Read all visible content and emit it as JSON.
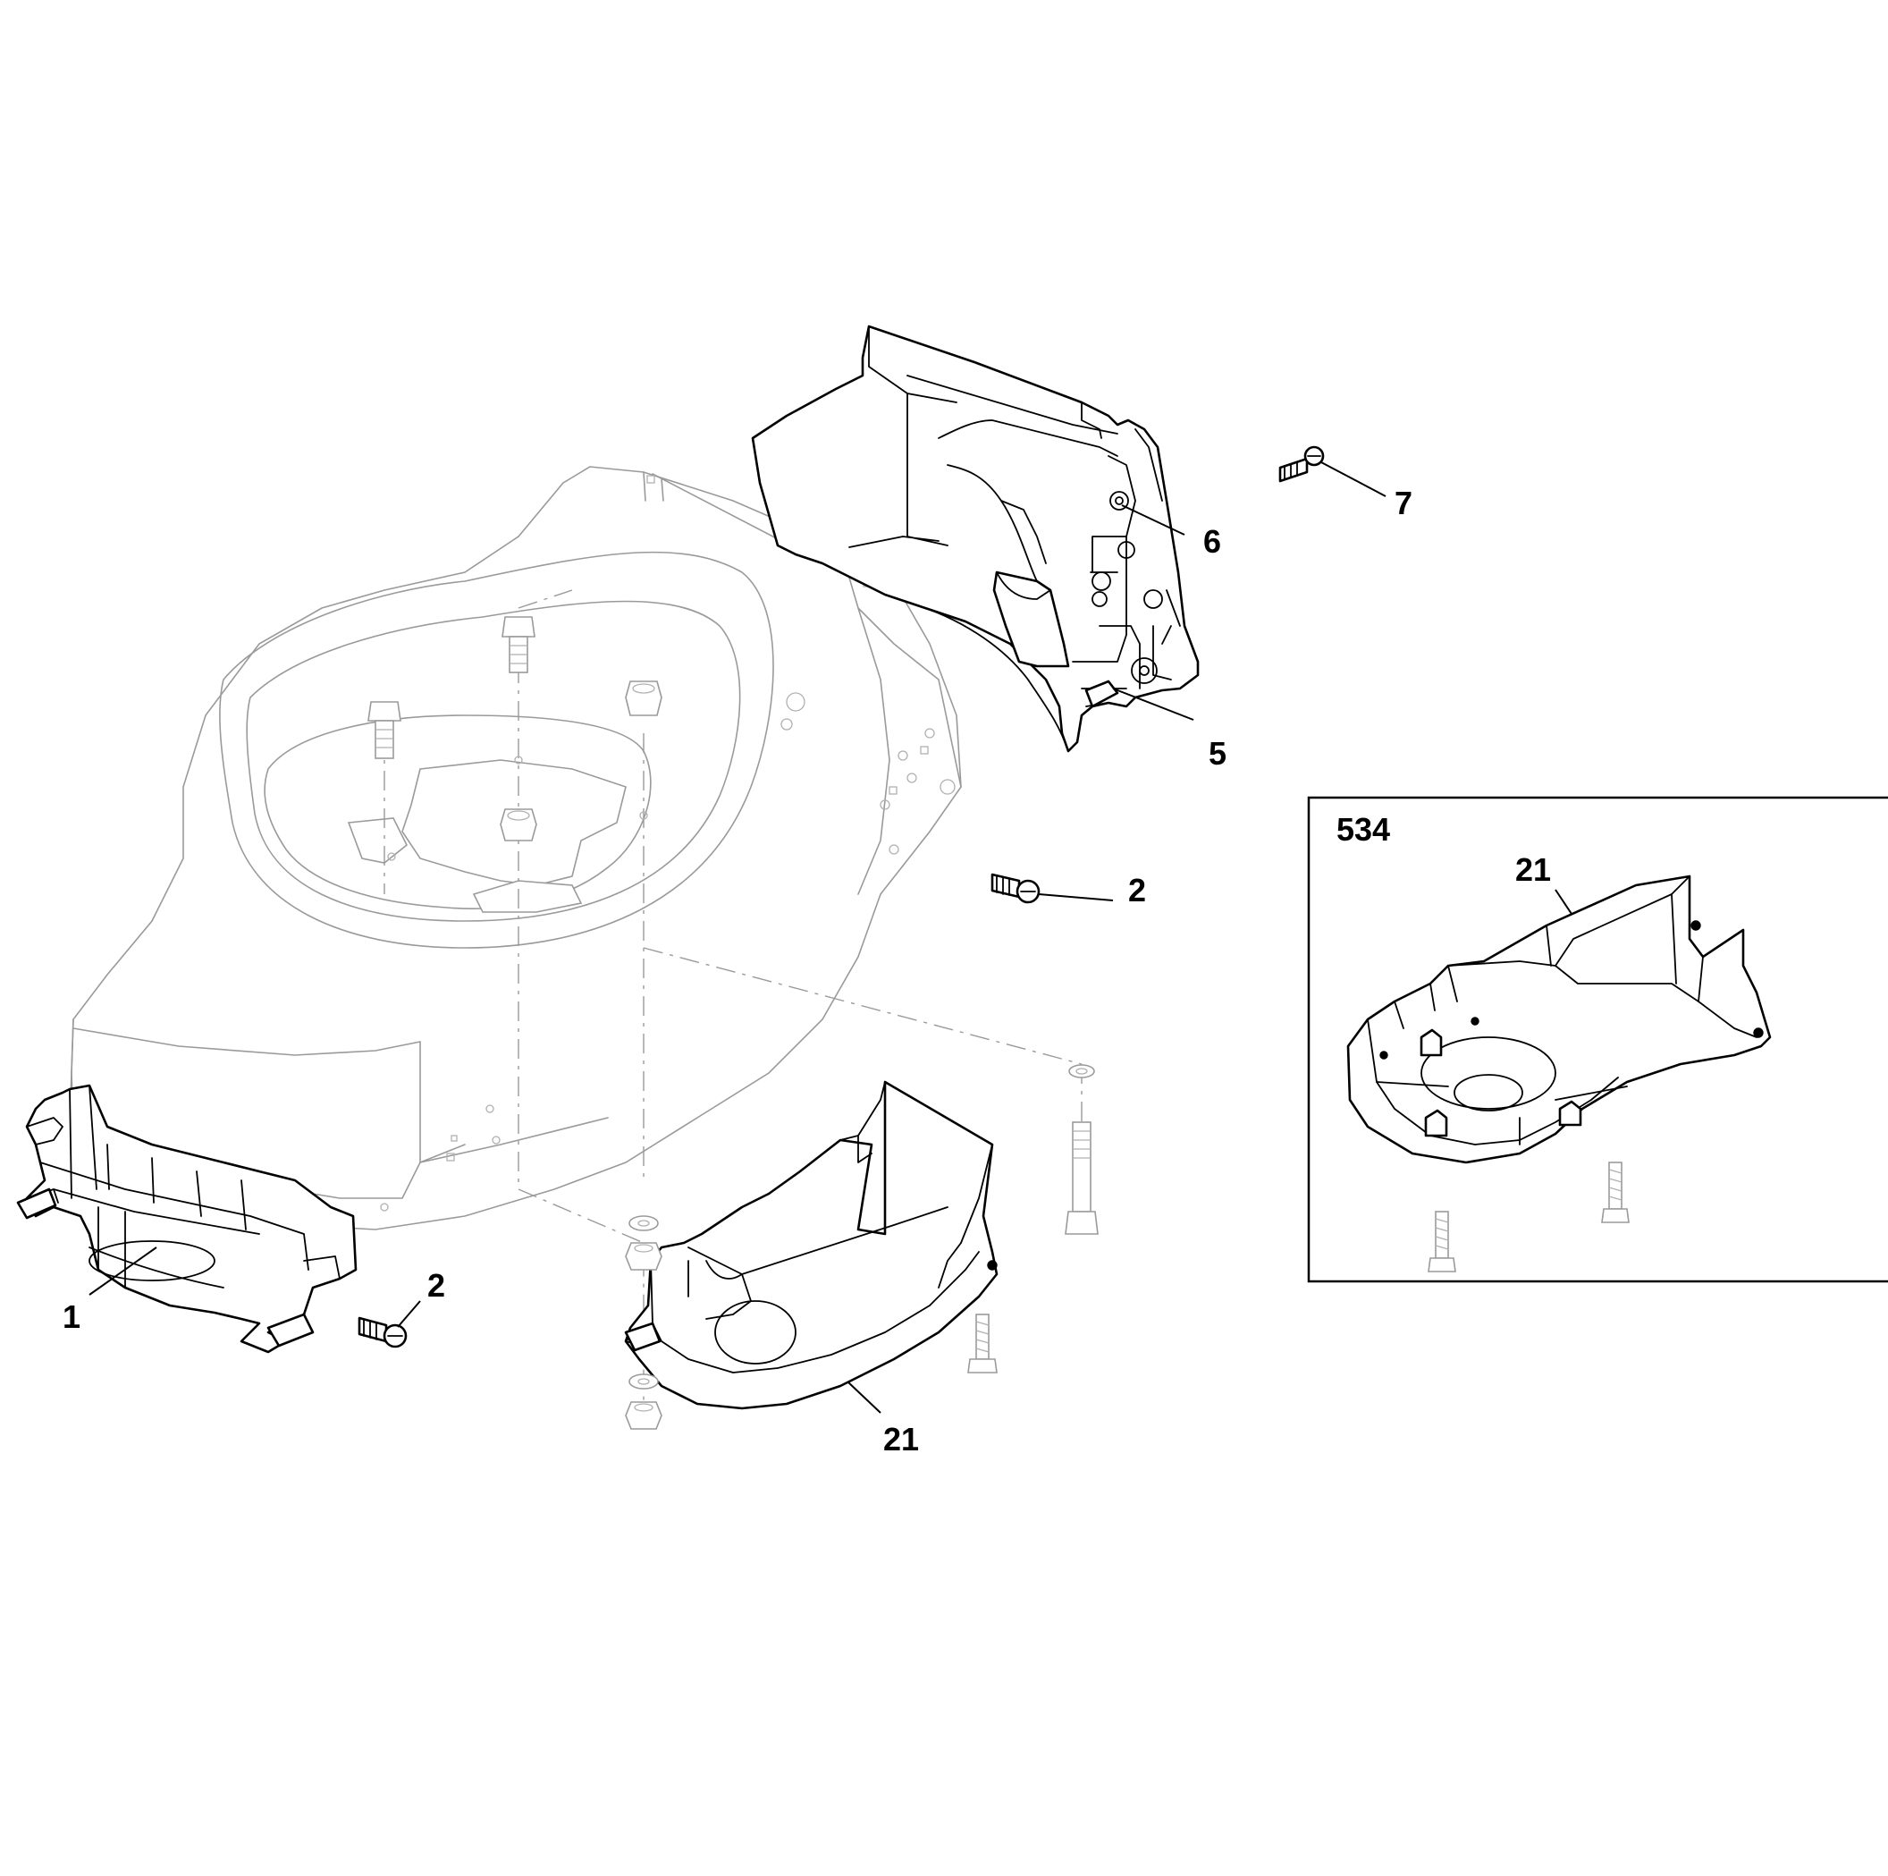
{
  "callouts": {
    "c1": "1",
    "c2a": "2",
    "c2b": "2",
    "c5": "5",
    "c6": "6",
    "c7": "7",
    "c21a": "21",
    "c21b": "21"
  },
  "inset": {
    "variant": "534",
    "callout": "21"
  },
  "icons": [
    "bolt-icon",
    "screw-icon",
    "nut-icon",
    "washer-icon"
  ]
}
